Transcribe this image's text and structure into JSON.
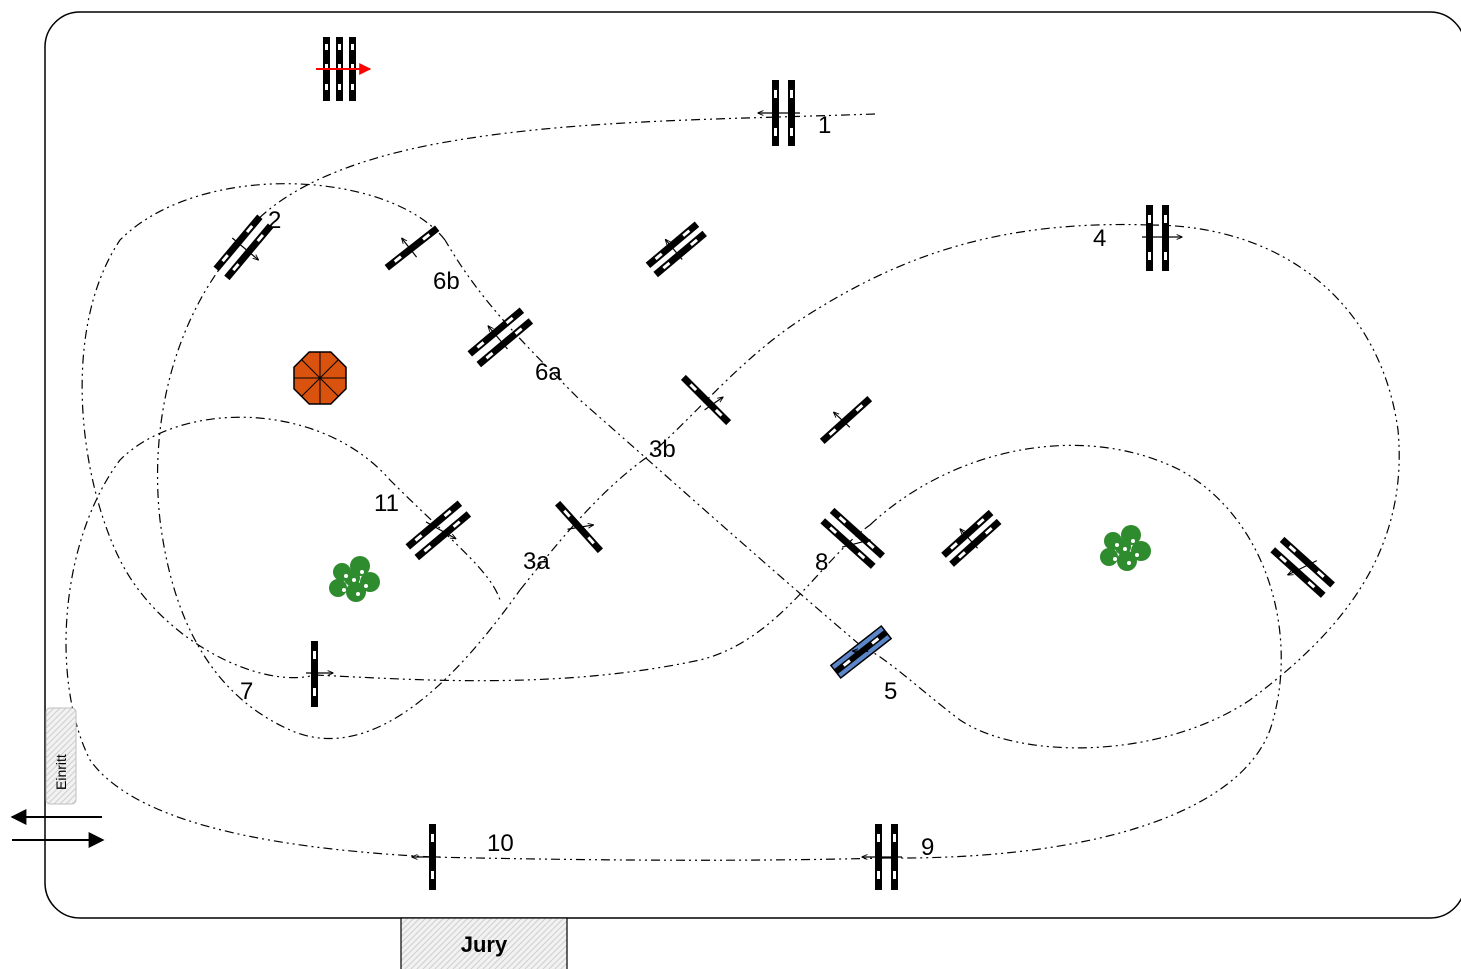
{
  "diagram": {
    "obstacle_labels": {
      "o1": "1",
      "o2": "2",
      "o3a": "3a",
      "o3b": "3b",
      "o4": "4",
      "o5": "5",
      "o6a": "6a",
      "o6b": "6b",
      "o7": "7",
      "o8": "8",
      "o9": "9",
      "o10": "10",
      "o11": "11"
    },
    "entrance_label": "Einritt",
    "jury_label": "Jury",
    "colors": {
      "water_jump": "#5b86c9",
      "tree": "#2e8b2e",
      "umbrella": "#d9530f",
      "start_arrow": "#ff0000"
    },
    "icons": [
      "umbrella-icon",
      "tree-icon",
      "start-arrow-icon",
      "entrance-arrows-icon"
    ]
  }
}
